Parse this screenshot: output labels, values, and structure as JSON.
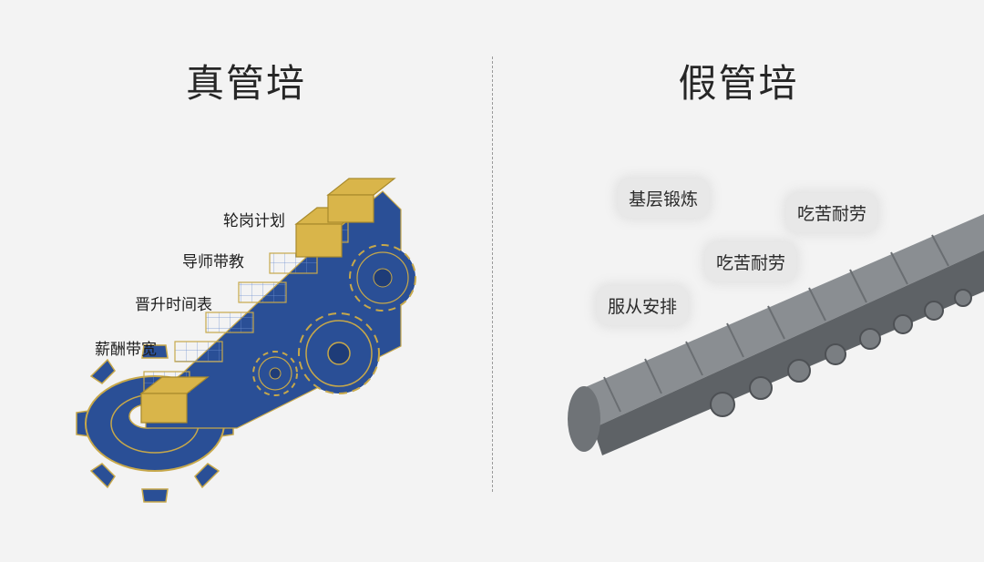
{
  "left": {
    "title": "真管培",
    "stair_labels": [
      "轮岗计划",
      "导师带教",
      "晋升时间表",
      "薪酬带宽"
    ]
  },
  "right": {
    "title": "假管培",
    "bubbles": [
      "基层锻炼",
      "吃苦耐劳",
      "吃苦耐劳",
      "服从安排"
    ]
  },
  "colors": {
    "background": "#f3f3f3",
    "blueprint_blue": "#2a4f96",
    "gold": "#d9b54a",
    "conveyor_gray": "#6f7377"
  }
}
